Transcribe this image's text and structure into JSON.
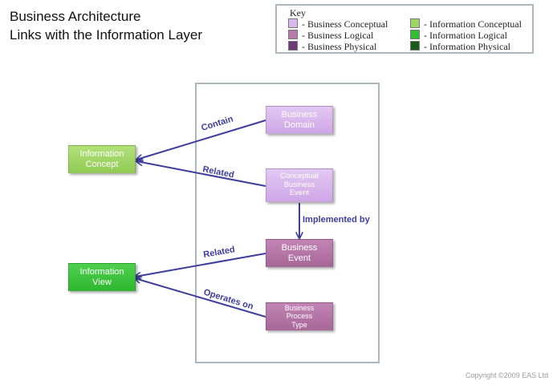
{
  "title": {
    "line1": "Business Architecture",
    "line2": "Links with the Information Layer"
  },
  "key": {
    "title": "Key",
    "items": [
      {
        "label": "- Business Conceptual",
        "color": "#d9b8ee"
      },
      {
        "label": "- Business Logical",
        "color": "#b57aa9"
      },
      {
        "label": "- Business Physical",
        "color": "#6e3a78"
      },
      {
        "label": "- Information Conceptual",
        "color": "#9ed468"
      },
      {
        "label": "- Information Logical",
        "color": "#33bb33"
      },
      {
        "label": "- Information Physical",
        "color": "#1a5a1a"
      }
    ]
  },
  "nodes": {
    "business_domain": "Business Domain",
    "conceptual_business_event": "Conceptual Business Event",
    "business_event": "Business Event",
    "business_process_type": "Business Process Type",
    "information_concept": "Information Concept",
    "information_view": "Information View"
  },
  "links": {
    "contain": "Contain",
    "related_1": "Related",
    "implemented_by": "Implemented by",
    "related_2": "Related",
    "operates_on": "Operates on"
  },
  "colors": {
    "link": "#3d3d9e"
  },
  "copyright": "Copyright ©2009 EAS Ltd"
}
